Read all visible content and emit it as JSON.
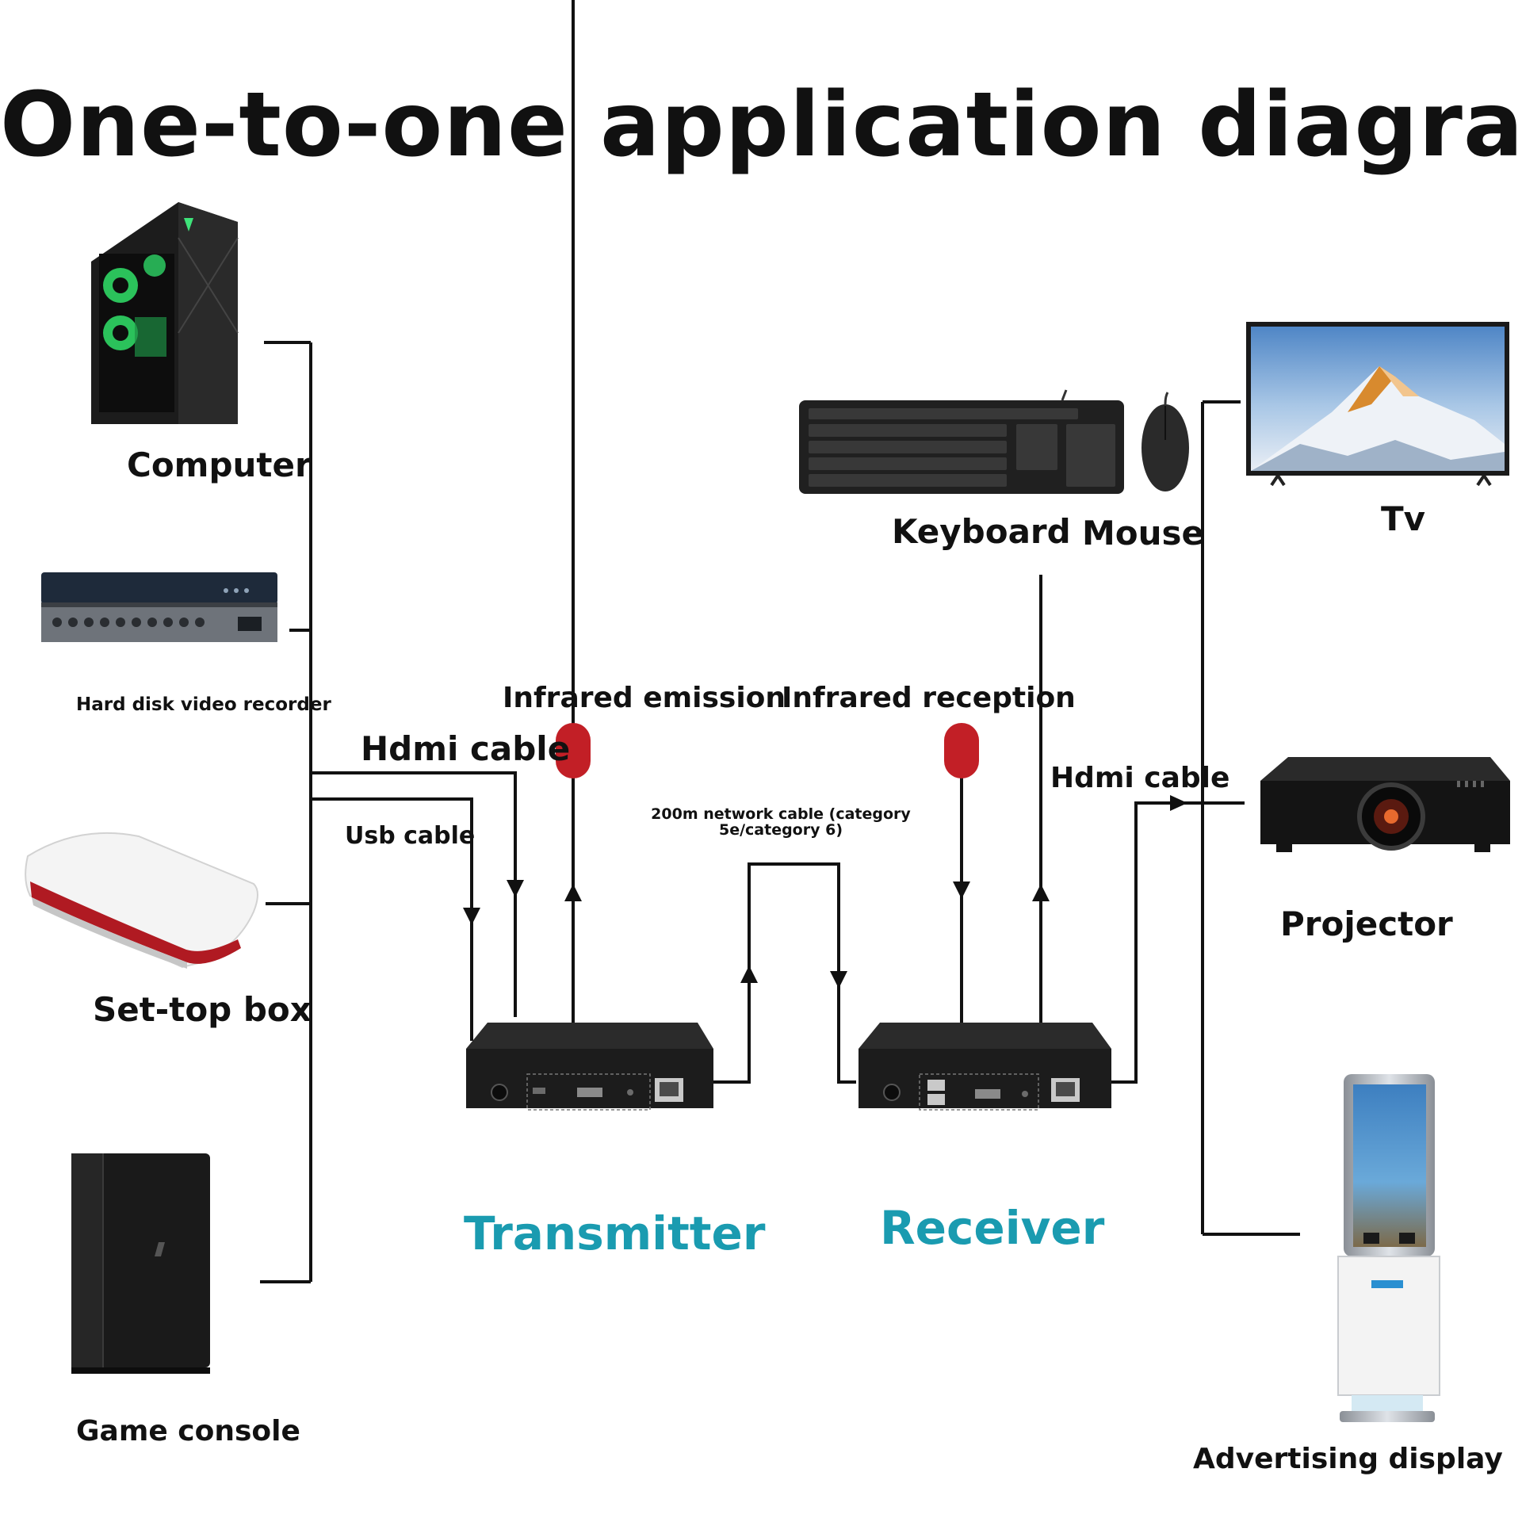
{
  "title": "One-to-one application diagram",
  "colors": {
    "title": "#111111",
    "line": "#111111",
    "unit_label": "#1a9bb0",
    "ir_head": "#c21f26",
    "device_dark": "#1b1b1b",
    "set_top_accent": "#b01a22"
  },
  "sources": {
    "computer": "Computer",
    "dvr": "Hard disk video recorder",
    "set_top_box": "Set-top box",
    "game_console": "Game console"
  },
  "cables": {
    "hdmi_left": "Hdmi cable",
    "usb": "Usb cable",
    "network": "200m network cable (category 5e/category 6)",
    "hdmi_right": "Hdmi cable"
  },
  "infrared": {
    "emission": "Infrared emission",
    "reception": "Infrared reception"
  },
  "peripherals": {
    "keyboard": "Keyboard",
    "mouse": "Mouse"
  },
  "outputs": {
    "tv": "Tv",
    "projector": "Projector",
    "advertising": "Advertising display"
  },
  "units": {
    "transmitter": "Transmitter",
    "receiver": "Receiver"
  },
  "icons": {
    "computer": "pc-tower-icon",
    "dvr": "dvr-icon",
    "set_top_box": "set-top-box-icon",
    "game_console": "game-console-icon",
    "keyboard": "keyboard-icon",
    "mouse": "mouse-icon",
    "tv": "tv-icon",
    "projector": "projector-icon",
    "advertising": "kiosk-icon",
    "ir_emitter": "ir-emitter-icon",
    "ir_receiver": "ir-receiver-icon",
    "transmitter": "transmitter-box-icon",
    "receiver": "receiver-box-icon"
  }
}
